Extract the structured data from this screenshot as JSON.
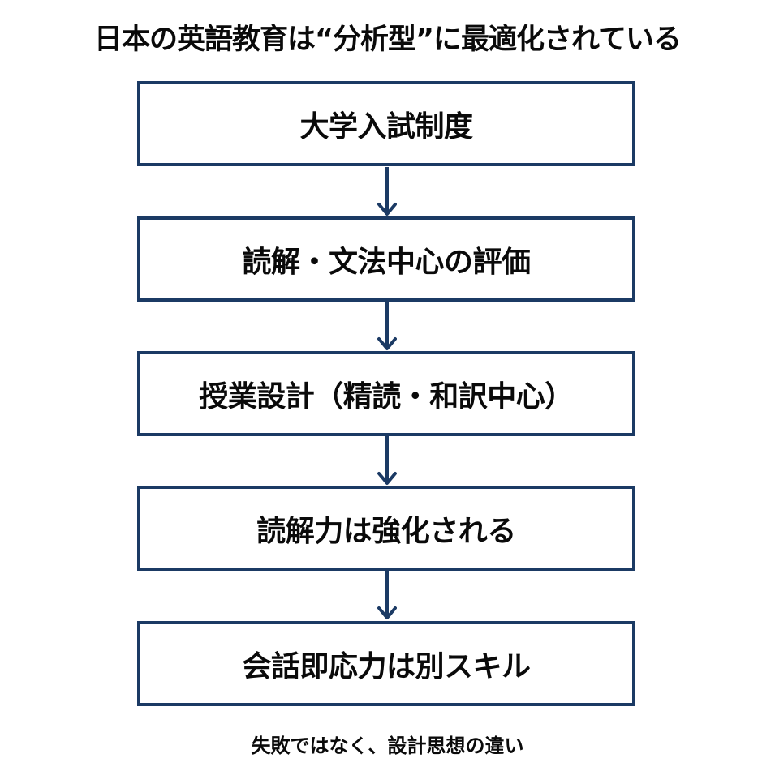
{
  "title": "日本の英語教育は“分析型”に最適化されている",
  "flow": {
    "steps": [
      {
        "label": "大学入試制度"
      },
      {
        "label": "読解・文法中心の評価"
      },
      {
        "label": "授業設計（精読・和訳中心）"
      },
      {
        "label": "読解力は強化される"
      },
      {
        "label": "会話即応力は別スキル"
      }
    ],
    "connector_icon": "down-arrow-icon"
  },
  "footer": "失敗ではなく、設計思想の違い",
  "colors": {
    "box_border": "#1b3a64",
    "arrow": "#1b3a64",
    "text": "#0a0a0a",
    "background": "#ffffff"
  }
}
